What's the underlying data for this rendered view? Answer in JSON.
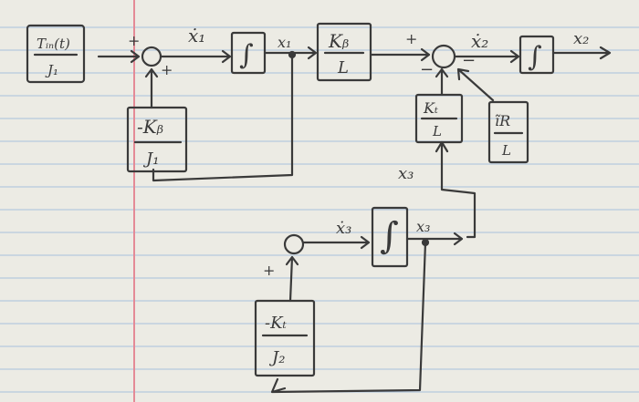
{
  "blocks": {
    "input": {
      "num": "Tᵢₙ(t)",
      "den": "J₁"
    },
    "fb_kb": {
      "num": "-Kᵦ",
      "den": "J₁"
    },
    "kb_l": {
      "num": "Kᵦ",
      "den": "L"
    },
    "kt_l": {
      "num": "Kₜ",
      "den": "L"
    },
    "ir_l": {
      "num": "ĩR",
      "den": "L"
    },
    "kt_j2": {
      "num": "-Kₜ",
      "den": "J₂"
    }
  },
  "integrator": "∫",
  "signals": {
    "x1dot": "ẋ₁",
    "x1": "x₁",
    "x2dot": "ẋ₂",
    "x2": "x₂",
    "x3": "x₃",
    "x3dot": "ẋ₃",
    "x3_out": "x₃"
  },
  "signs": {
    "s1_top": "+",
    "s1_bottom": "+",
    "s2_top": "+",
    "s2_bottom": "−",
    "s2_right": "−",
    "s3_left": "+"
  },
  "colors": {
    "paper": "#ecebe4",
    "rule": "#a8c0dc",
    "margin": "#e48a96",
    "ink": "#3a3a3a"
  }
}
